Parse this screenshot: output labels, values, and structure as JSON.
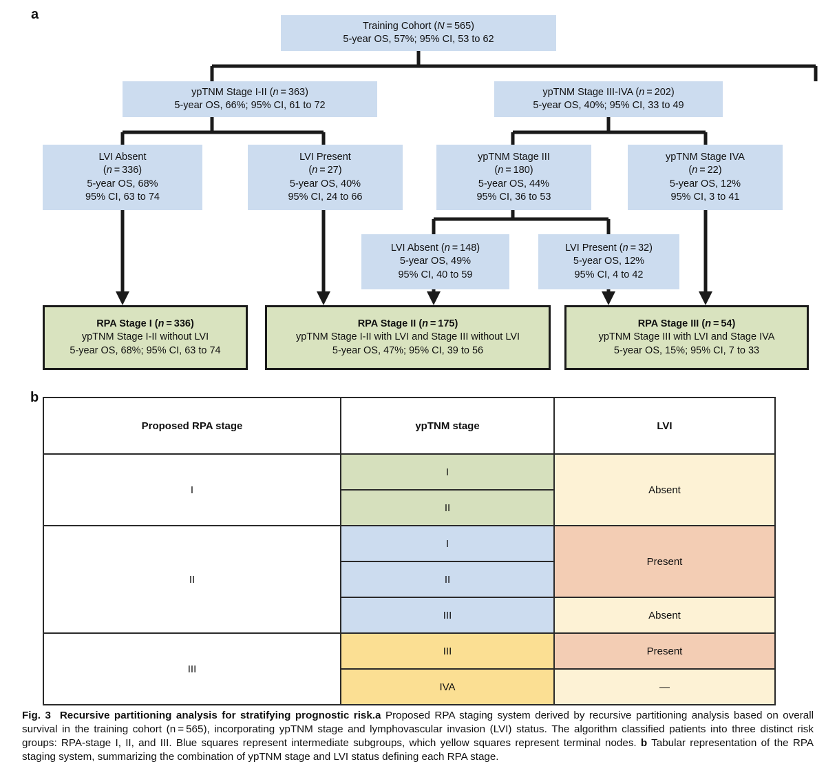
{
  "panels": {
    "a_label": "a",
    "b_label": "b"
  },
  "tree": {
    "root": {
      "lines": [
        "Training Cohort (N = 565)",
        "5-year OS, 57%; 95% CI, 53 to 62"
      ]
    },
    "level2": [
      {
        "lines": [
          "ypTNM Stage I-II (n = 363)",
          "5-year OS, 66%; 95% CI, 61 to 72"
        ]
      },
      {
        "lines": [
          "ypTNM Stage III-IVA (n = 202)",
          "5-year OS, 40%; 95% CI, 33 to 49"
        ]
      }
    ],
    "level3": [
      {
        "lines": [
          "LVI Absent",
          "(n = 336)",
          "5-year OS, 68%",
          "95% CI, 63 to 74"
        ]
      },
      {
        "lines": [
          "LVI Present",
          "(n = 27)",
          "5-year OS, 40%",
          "95% CI, 24 to 66"
        ]
      },
      {
        "lines": [
          "ypTNM Stage III",
          "(n = 180)",
          "5-year OS, 44%",
          "95% CI, 36 to 53"
        ]
      },
      {
        "lines": [
          "ypTNM Stage IVA",
          "(n = 22)",
          "5-year OS, 12%",
          "95% CI, 3 to 41"
        ]
      }
    ],
    "level4": [
      {
        "lines": [
          "LVI Absent (n = 148)",
          "5-year OS, 49%",
          "95% CI, 40 to 59"
        ]
      },
      {
        "lines": [
          "LVI Present (n = 32)",
          "5-year OS, 12%",
          "95% CI, 4 to 42"
        ]
      }
    ],
    "terminal": [
      {
        "title": "RPA Stage I (n = 336)",
        "lines": [
          "ypTNM Stage I-II without LVI",
          "5-year OS, 68%; 95% CI, 63 to 74"
        ]
      },
      {
        "title": "RPA Stage II (n = 175)",
        "lines": [
          "ypTNM Stage I-II with LVI and Stage III without LVI",
          "5-year OS, 47%; 95% CI, 39 to 56"
        ]
      },
      {
        "title": "RPA Stage III (n = 54)",
        "lines": [
          "ypTNM Stage III with LVI and Stage IVA",
          "5-year OS, 15%; 95% CI, 7 to 33"
        ]
      }
    ]
  },
  "table": {
    "headers": [
      "Proposed RPA stage",
      "ypTNM stage",
      "LVI"
    ],
    "rows": [
      {
        "rpa_stage": "I",
        "ypTNM": "I",
        "lvi": "Absent",
        "ypTNM_color": "green",
        "lvi_color": "cream"
      },
      {
        "rpa_stage": "I",
        "ypTNM": "II",
        "lvi": "Absent",
        "ypTNM_color": "green",
        "lvi_color": "cream"
      },
      {
        "rpa_stage": "II",
        "ypTNM": "I",
        "lvi": "Present",
        "ypTNM_color": "blue",
        "lvi_color": "peach"
      },
      {
        "rpa_stage": "II",
        "ypTNM": "II",
        "lvi": "Present",
        "ypTNM_color": "blue",
        "lvi_color": "peach"
      },
      {
        "rpa_stage": "II",
        "ypTNM": "III",
        "lvi": "Absent",
        "ypTNM_color": "blue",
        "lvi_color": "cream"
      },
      {
        "rpa_stage": "III",
        "ypTNM": "III",
        "lvi": "Present",
        "ypTNM_color": "yellow",
        "lvi_color": "peach"
      },
      {
        "rpa_stage": "III",
        "ypTNM": "IVA",
        "lvi": "—",
        "ypTNM_color": "yellow",
        "lvi_color": "cream"
      }
    ],
    "cells": {
      "stage_I": "I",
      "stage_II": "II",
      "stage_III": "III",
      "yp_I": "I",
      "yp_II": "II",
      "yp_III_b": "III",
      "yp_I_b": "I",
      "yp_II_b": "II",
      "yp_III_c": "III",
      "yp_IVA": "IVA",
      "absent_1": "Absent",
      "present_1": "Present",
      "absent_2": "Absent",
      "present_2": "Present",
      "dash": "—"
    }
  },
  "caption": {
    "figure_number": "Fig. 3",
    "title": "Recursive partitioning analysis for stratifying prognostic risk.",
    "part_a_label": "a",
    "part_a_text": " Proposed RPA staging system derived by recursive partitioning analysis based on overall survival in the training cohort (n = 565), incorporating ypTNM stage and lymphovascular invasion (LVI) status. The algorithm classified patients into three distinct risk groups: RPA-stage I, II, and III. Blue squares represent intermediate subgroups, which yellow squares represent terminal nodes. ",
    "part_b_label": "b",
    "part_b_text": " Tabular representation of the RPA staging system, summarizing the combination of ypTNM stage and LVI status defining each RPA stage."
  },
  "colors": {
    "blue_node": "#ccdcef",
    "green_node": "#d9e3bf",
    "yellow_cell": "#fbdf93",
    "cream_cell": "#fdf2d5",
    "peach_cell": "#f3cdb4",
    "line": "#1a1a1a"
  }
}
